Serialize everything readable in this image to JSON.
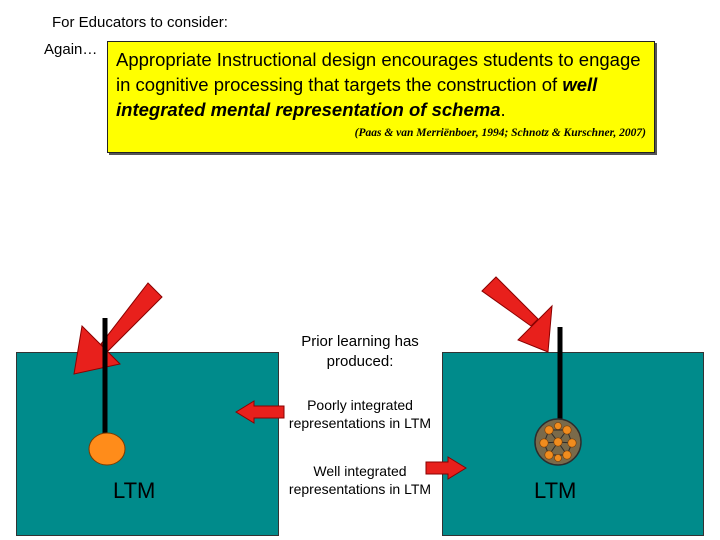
{
  "header": {
    "educators": "For Educators to consider:",
    "again": "Again…"
  },
  "main": {
    "text_part1": "Appropriate Instructional design encourages students to engage in cognitive processing that targets the construction of ",
    "text_emph": "well integrated mental representation of schema",
    "text_end": ".",
    "citation": "(Paas & van Merriënboer, 1994; Schnotz & Kurschner, 2007)"
  },
  "diagram": {
    "prior_learning": "Prior learning has produced:",
    "poorly": "Poorly integrated representations in LTM",
    "well": "Well integrated representations in LTM",
    "left_ltm": "LTM",
    "right_ltm": "LTM"
  },
  "colors": {
    "highlight": "#ffff00",
    "tank": "#008b8b",
    "arrow_red": "#e8201c",
    "poorly_ball": "#ff8c1a",
    "schema_node": "#f08c1e",
    "schema_bg": "#7a6a4a"
  }
}
